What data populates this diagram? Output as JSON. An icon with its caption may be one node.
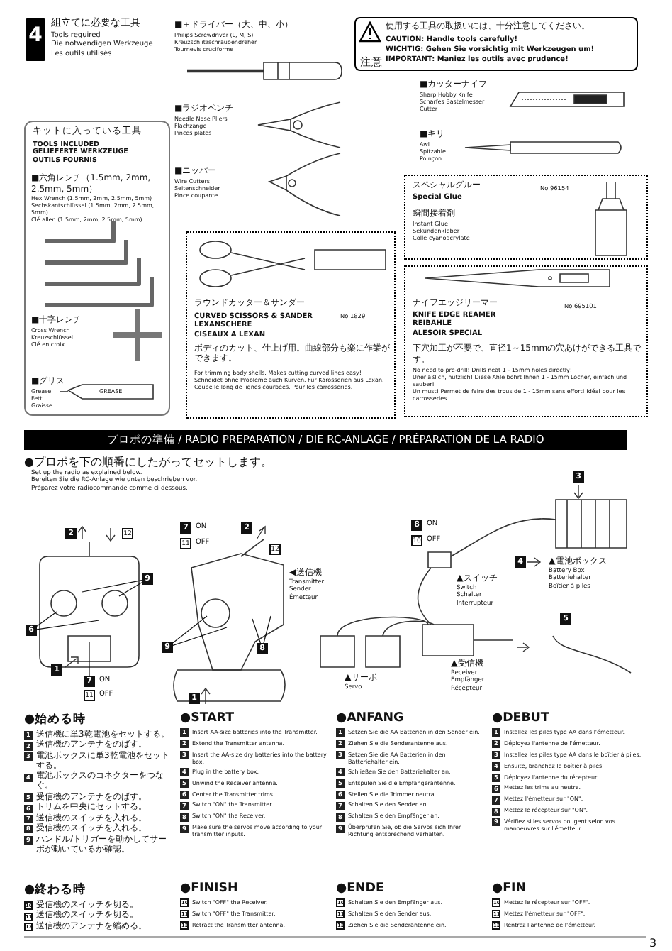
{
  "diagram": {
    "nodes": [
      {
        "text": [
          "キットに入っている工具",
          "TOOLS INCLUDED",
          "GELIEFERTE WERKZEUGE",
          "OUTILS FOURNIS",
          "■六角レンチ（1.5mm, 2mm, 2.5mm, 5mm）",
          "Hex Wrench (1.5mm, 2mm, 2.5mm, 5mm)",
          "Sechskantschlüssel (1.5mm, 2mm, 2.5mm, 5mm)",
          "Clé allen (1.5mm, 2mm, 2.5mm, 5mm)",
          "■十字レンチ",
          "Cross Wrench",
          "Kreuzschlüssel",
          "Clé en croix",
          "■グリス",
          "Grease",
          "Fett",
          "Graisse"
        ]
      },
      {
        "text": [
          "注意",
          "使用する工具の取扱いには、十分注意してください。",
          "CAUTION: Handle tools carefully!",
          "WICHTIG: Gehen Sie vorsichtig mit Werkzeugen um!",
          "IMPORTANT: Maniez les outils avec prudence!"
        ]
      },
      {
        "text": [
          "ラウンドカッター＆サンダー",
          "CURVED SCISSORS & SANDER",
          "LEXANSCHERE",
          "CISEAUX A LEXAN",
          "No.1829",
          "ボディのカット、仕上げ用。曲線部分も楽に作業ができます。",
          "For trimming body shells. Makes cutting curved lines easy!",
          "Schneidet ohne Probleme auch Kurven. Für Karosserien aus Lexan.",
          "Coupe le long de lignes courbées. Pour les carrosseries."
        ]
      },
      {
        "text": [
          "スペシャルグルー",
          "Special Glue",
          "No.96154",
          "瞬間接着剤",
          "Instant Glue",
          "Sekundenkleber",
          "Colle cyanoacrylate"
        ]
      },
      {
        "text": [
          "ナイフエッジリーマー",
          "KNIFE EDGE REAMER",
          "REIBAHLE",
          "ALESOIR SPECIAL",
          "No.695101",
          "下穴加工が不要で、直径1～15mmの穴あけができる工具です。",
          "No need to pre-drill! Drills neat 1 - 15mm holes directly!",
          "Unerläßlich, nützlich! Diese Ahle bohrt Ihnen 1 - 15mm Löcher, einfach und sauber!",
          "Un must! Permet de faire des trous de 1 - 15mm sans effort! Idéal pour les carrosseries."
        ]
      },
      {
        "text": [
          "プロポの準備 / RADIO PREPARATION / DIE RC-ANLAGE / PRÉPARATION DE LA RADIO"
        ]
      },
      {
        "text": [
          "9"
        ]
      },
      {
        "text": [
          "6"
        ]
      },
      {
        "text": [
          "7"
        ]
      },
      {
        "text": [
          "9"
        ]
      },
      {
        "text": [
          "8"
        ]
      }
    ],
    "edges": [
      {
        "from": 6,
        "to": null,
        "arrow": "none"
      },
      {
        "from": 6,
        "to": null,
        "arrow": "none"
      },
      {
        "from": 7,
        "to": null,
        "arrow": "none"
      },
      {
        "from": 7,
        "to": null,
        "arrow": "none"
      },
      {
        "from": 8,
        "to": null,
        "arrow": "none"
      },
      {
        "from": 9,
        "to": null,
        "arrow": "none"
      },
      {
        "from": 9,
        "to": null,
        "arrow": "none"
      },
      {
        "from": 10,
        "to": null,
        "arrow": "none"
      },
      {
        "from": 10,
        "to": null,
        "arrow": "none"
      }
    ],
    "labels": [
      "4",
      "組立てに必要な工具",
      "Tools required",
      "Die notwendigen Werkzeuge",
      "Les outils utilisés",
      "■＋ドライバー（大、中、小）",
      "Philips Screwdriver (L, M, S)",
      "Kreuzschlitzschraubendreher",
      "Tournevis cruciforme",
      "■ラジオペンチ",
      "Needle Nose Pliers",
      "Flachzange",
      "Pinces plates",
      "■ニッパー",
      "Wire Cutters",
      "Seitenschneider",
      "Pince coupante",
      "■カッターナイフ",
      "Sharp Hobby Knife",
      "Scharfes Bastelmesser",
      "Cutter",
      "■キリ",
      "Awl",
      "Spitzahle",
      "Poinçon",
      "GREASE",
      "●プロポを下の順番にしたがってセットします。",
      "Set up the radio as explained below.",
      "Bereiten Sie die RC-Anlage wie unten beschrieben vor.",
      "Préparez votre radiocommande comme ci-dessous.",
      "2",
      "12",
      "ON",
      "11",
      "OFF",
      "1",
      "7",
      "ON",
      "11",
      "OFF",
      "2",
      "12",
      "1",
      "◀送信機",
      "Transmitter",
      "Sender",
      "Émetteur",
      "8",
      "ON",
      "10",
      "OFF",
      "▲スイッチ",
      "Switch",
      "Schalter",
      "Interrupteur",
      "3",
      "4",
      "▲電池ボックス",
      "Battery Box",
      "Batteriehalter",
      "Boîtier à piles",
      "5",
      "▲サーボ",
      "Servo",
      "▲受信機",
      "Receiver",
      "Empfänger",
      "Récepteur",
      "●始める時",
      "1",
      "送信機に単3乾電池をセットする。",
      "2",
      "送信機のアンテナをのばす。",
      "3",
      "電池ボックスに単3乾電池をセットする。",
      "4",
      "電池ボックスのコネクターをつなぐ。",
      "5",
      "受信機のアンテナをのばす。",
      "6",
      "トリムを中央にセットする。",
      "7",
      "送信機のスイッチを入れる。",
      "8",
      "受信機のスイッチを入れる。",
      "9",
      "ハンドル/トリガーを動かしてサーボが動いているか確認。",
      "●終わる時",
      "10",
      "受信機のスイッチを切る。",
      "11",
      "送信機のスイッチを切る。",
      "12",
      "送信機のアンテナを縮める。",
      "●START",
      "1",
      "Insert AA-size batteries into the Transmitter.",
      "2",
      "Extend the Transmitter antenna.",
      "3",
      "Insert the AA-size dry batteries into the battery box.",
      "4",
      "Plug in the battery box.",
      "5",
      "Unwind the Receiver antenna.",
      "6",
      "Center the Transmitter trims.",
      "7",
      "Switch \"ON\" the Transmitter.",
      "8",
      "Switch \"ON\" the Receiver.",
      "9",
      "Make sure the servos move according to your transmitter inputs.",
      "●FINISH",
      "10",
      "Switch \"OFF\" the Receiver.",
      "11",
      "Switch \"OFF\" the Transmitter.",
      "12",
      "Retract the Transmitter antenna.",
      "●ANFANG",
      "1",
      "Setzen Sie die AA Batterien in den Sender ein.",
      "2",
      "Ziehen Sie die Senderantenne aus.",
      "3",
      "Setzen Sie die AA Batterien in den Batteriehalter ein.",
      "4",
      "Schließen Sie den Batteriehalter an.",
      "5",
      "Entspulen Sie die Empfängerantenne.",
      "6",
      "Stellen Sie die Trimmer neutral.",
      "7",
      "Schalten Sie den Sender an.",
      "8",
      "Schalten Sie den Empfänger an.",
      "9",
      "Überprüfen Sie, ob die Servos sich Ihrer Richtung entsprechend verhalten.",
      "●ENDE",
      "10",
      "Schalten Sie den Empfänger aus.",
      "11",
      "Schalten Sie den Sender aus.",
      "12",
      "Ziehen Sie die Senderantenne ein.",
      "●DEBUT",
      "1",
      "Installez les piles type AA dans l'émetteur.",
      "2",
      "Déployez l'antenne de l'émetteur.",
      "3",
      "Installez les piles type AA dans le boîtier à piles.",
      "4",
      "Ensuite, branchez le boîtier à piles.",
      "5",
      "Déployez l'antenne du récepteur.",
      "6",
      "Mettez les trims au neutre.",
      "7",
      "Mettez l'émetteur sur \"ON\".",
      "8",
      "Mettez le récepteur sur \"ON\".",
      "9",
      "Vérifiez si les servos bougent selon vos manoeuvres sur l'émetteur.",
      "●FIN",
      "10",
      "Mettez le récepteur sur \"OFF\".",
      "11",
      "Mettez l'émetteur sur \"OFF\".",
      "12",
      "Rentrez l'antenne de l'émetteur.",
      "3"
    ]
  }
}
